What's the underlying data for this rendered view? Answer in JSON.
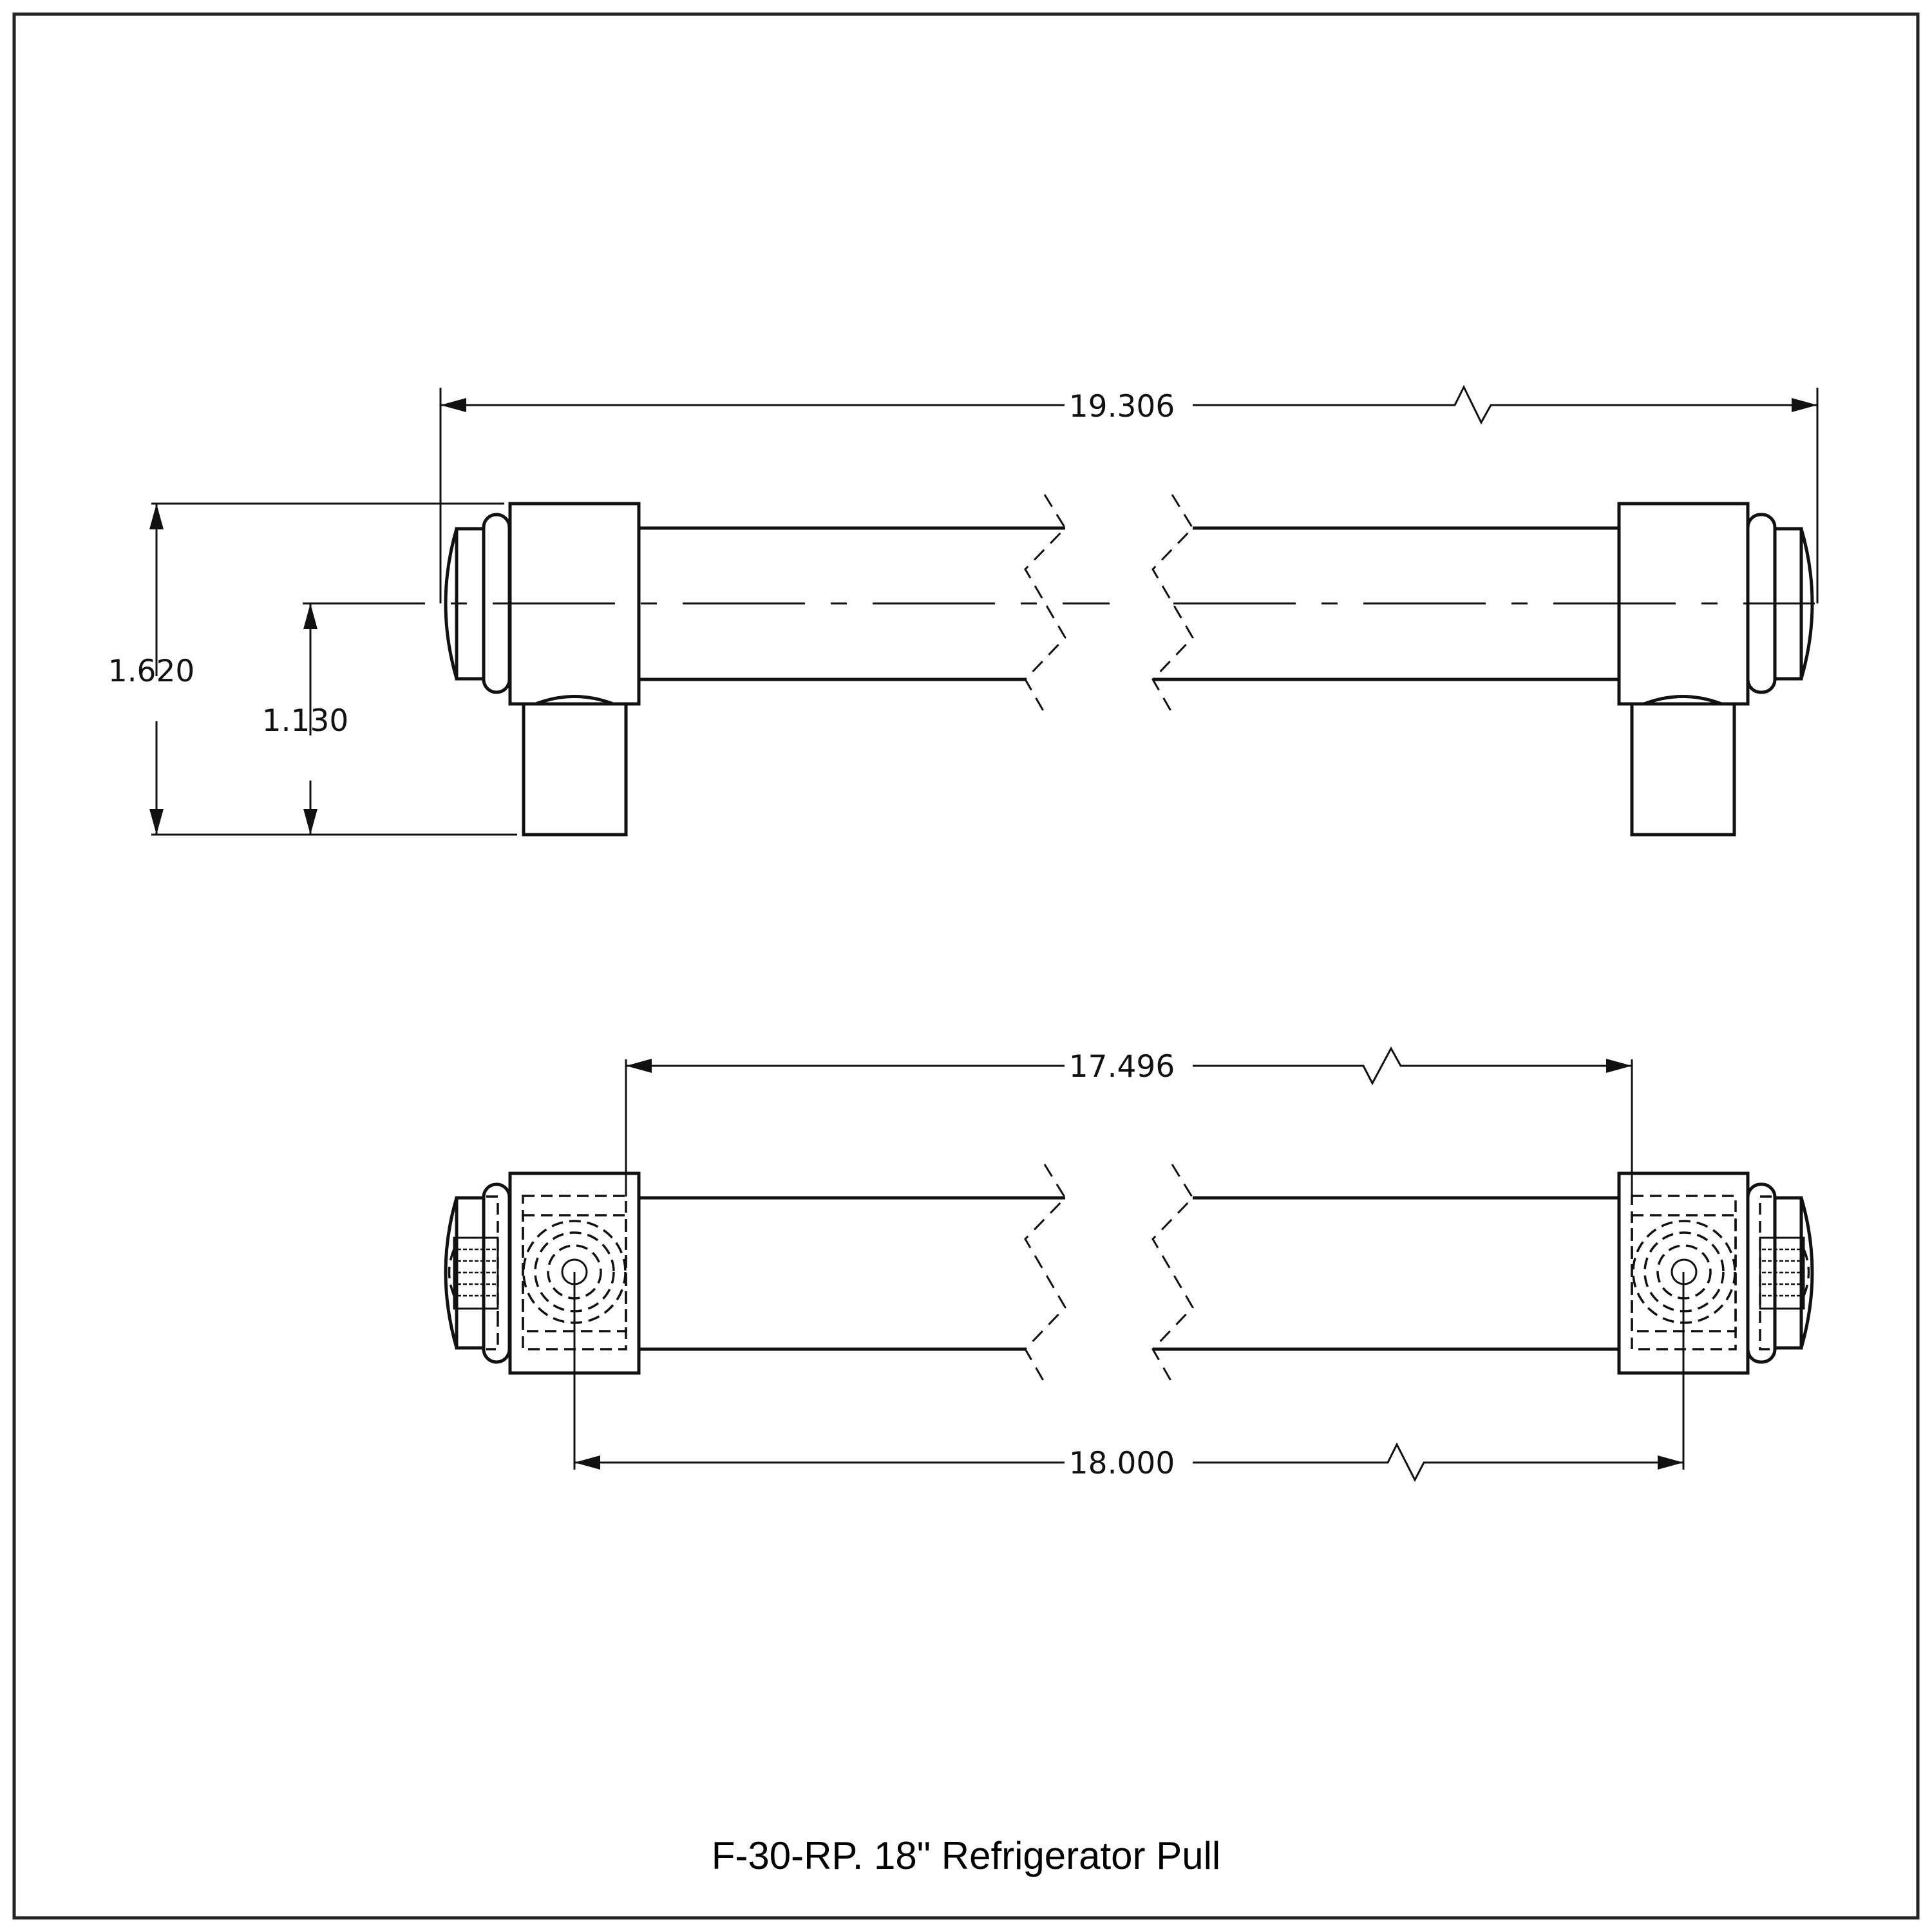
{
  "title": "F-30-RP. 18\" Refrigerator Pull",
  "colors": {
    "line": "#111111",
    "frame": "#222222",
    "background": "#ffffff"
  },
  "views": {
    "side_view": {
      "dimensions": {
        "overall_length": "19.306",
        "overall_height": "1.620",
        "centerline_height": "1.130"
      }
    },
    "top_view": {
      "dimensions": {
        "inside_length": "17.496",
        "center_to_center": "18.000"
      }
    }
  },
  "icons": {
    "break_symbol": "dimension-break-zigzag",
    "section_break": "dashed-break-lines"
  }
}
